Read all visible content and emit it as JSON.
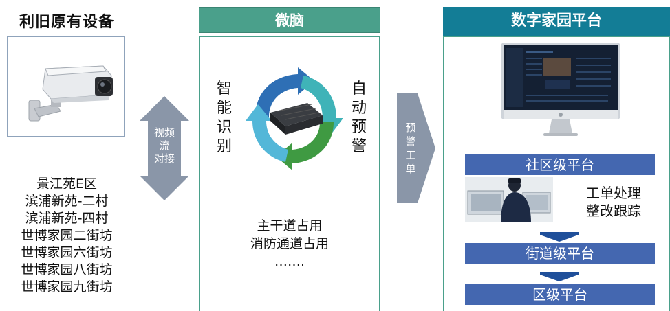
{
  "original_devices": {
    "title": "利旧原有设备",
    "locations": [
      "景江苑E区",
      "滨浦新苑-二村",
      "滨浦新苑-四村",
      "世博家园二街坊",
      "世博家园六街坊",
      "世博家园八街坊",
      "世博家园九街坊"
    ]
  },
  "video_link": {
    "label_line1": "视频",
    "label_line2": "流",
    "label_line3": "对接"
  },
  "micro_brain": {
    "title": "微脑",
    "left_label": [
      "智",
      "能",
      "识",
      "别"
    ],
    "right_label": [
      "自",
      "动",
      "预",
      "警"
    ],
    "items": [
      "主干道占用",
      "消防通道占用",
      "……."
    ]
  },
  "alert_order": {
    "label": [
      "预",
      "警",
      "工",
      "单"
    ]
  },
  "digital_platform": {
    "title": "数字家园平台",
    "community_platform": "社区级平台",
    "work_order_line1": "工单处理",
    "work_order_line2": "整改跟踪",
    "street_platform": "街道级平台",
    "district_platform": "区级平台"
  },
  "colors": {
    "teal_header": "#4aa08b",
    "blue_header": "#137d96",
    "platform_bar": "#4467b0",
    "arrow_gray": "#8a96a8"
  }
}
